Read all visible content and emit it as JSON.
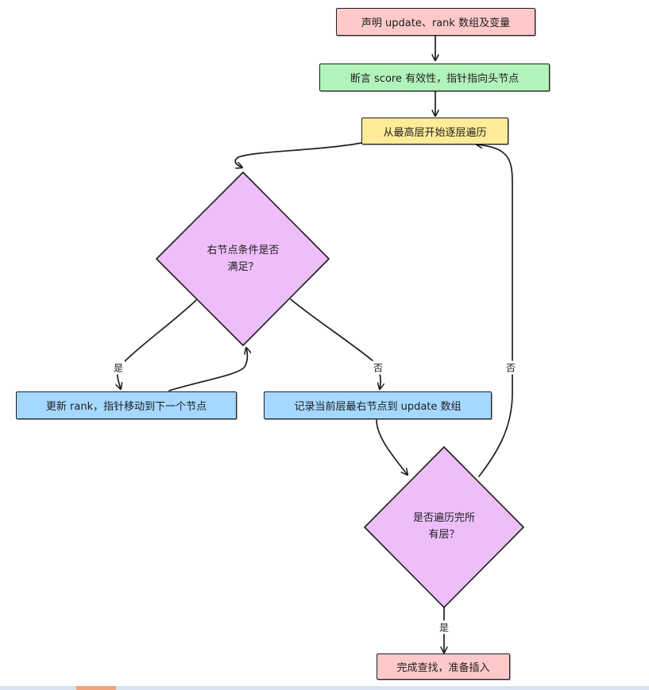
{
  "nodes": {
    "declare": {
      "text": "声明 update、rank 数组及变量",
      "color": "#ffc9c9"
    },
    "assert": {
      "text": "断言 score 有效性，指针指向头节点",
      "color": "#b2f2bb"
    },
    "traverse": {
      "text": "从最高层开始逐层遍历",
      "color": "#ffec99"
    },
    "condition": {
      "line1": "右节点条件是否",
      "line2": "满足？",
      "color": "#eebefa"
    },
    "update_rank": {
      "text": "更新 rank，指针移动到下一个节点",
      "color": "#a5d8ff"
    },
    "record": {
      "text": "记录当前层最右节点到 update 数组",
      "color": "#a5d8ff"
    },
    "all_levels": {
      "line1": "是否遍历完所",
      "line2": "有层？",
      "color": "#eebefa"
    },
    "done": {
      "text": "完成查找，准备插入",
      "color": "#ffc9c9"
    }
  },
  "edges": {
    "cond_yes": "是",
    "cond_no": "否",
    "levels_no": "否",
    "levels_yes": "是"
  }
}
